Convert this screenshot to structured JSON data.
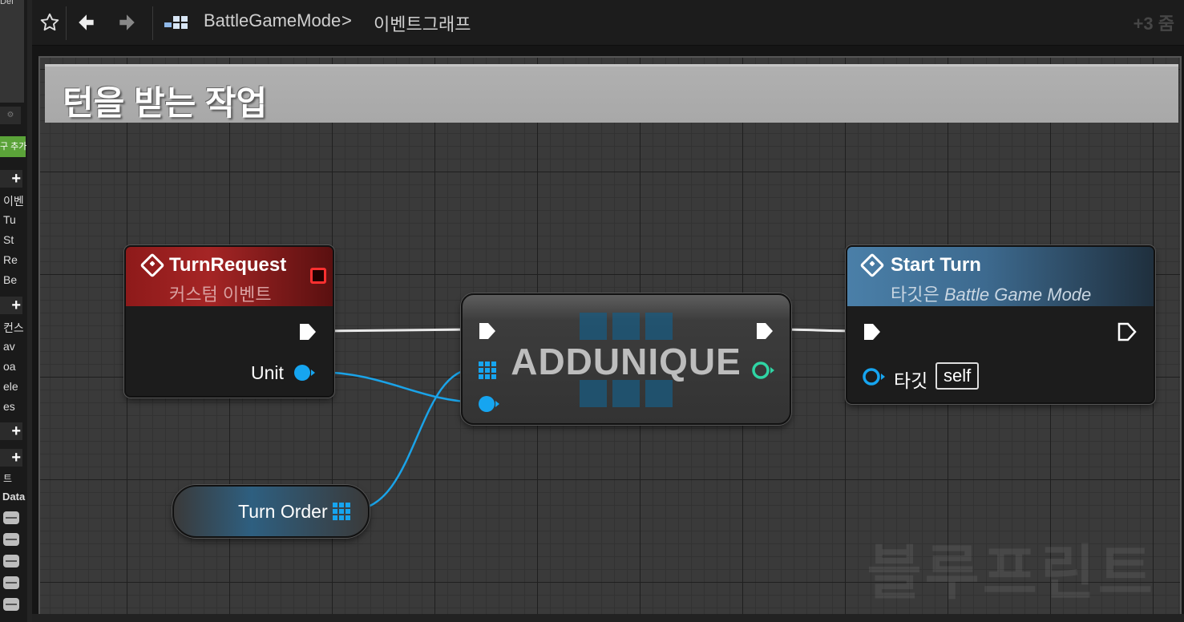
{
  "sidebar": {
    "top_label": "Def",
    "green_button_label": "구 추가",
    "items_a": [
      "이벤",
      "Tu",
      "St",
      "Re",
      "Be"
    ],
    "items_b": [
      "컨스",
      "av",
      "oa",
      "ele",
      "es"
    ],
    "items_c": [
      "트"
    ],
    "data_label": "Data"
  },
  "toolbar": {
    "breadcrumb_root": "BattleGameMode",
    "breadcrumb_separator": ">",
    "breadcrumb_child": "이벤트그래프",
    "zoom": "+3 줌"
  },
  "comment": {
    "title": "턴을 받는 작업"
  },
  "nodes": {
    "turn_request": {
      "title": "TurnRequest",
      "subtitle": "커스텀 이벤트",
      "pin_unit": "Unit"
    },
    "add_unique": {
      "title": "ADDUNIQUE"
    },
    "start_turn": {
      "title": "Start Turn",
      "subtitle_prefix": "타깃은",
      "subtitle_target": "Battle Game Mode",
      "target_label": "타깃",
      "target_value": "self"
    },
    "turn_order": {
      "label": "Turn Order"
    }
  },
  "watermark": "블루프린트",
  "colors": {
    "event_header": "#8e1a1a",
    "function_header": "#3f6f95",
    "object_pin": "#16a5f0",
    "int_pin": "#2fd4a4"
  }
}
